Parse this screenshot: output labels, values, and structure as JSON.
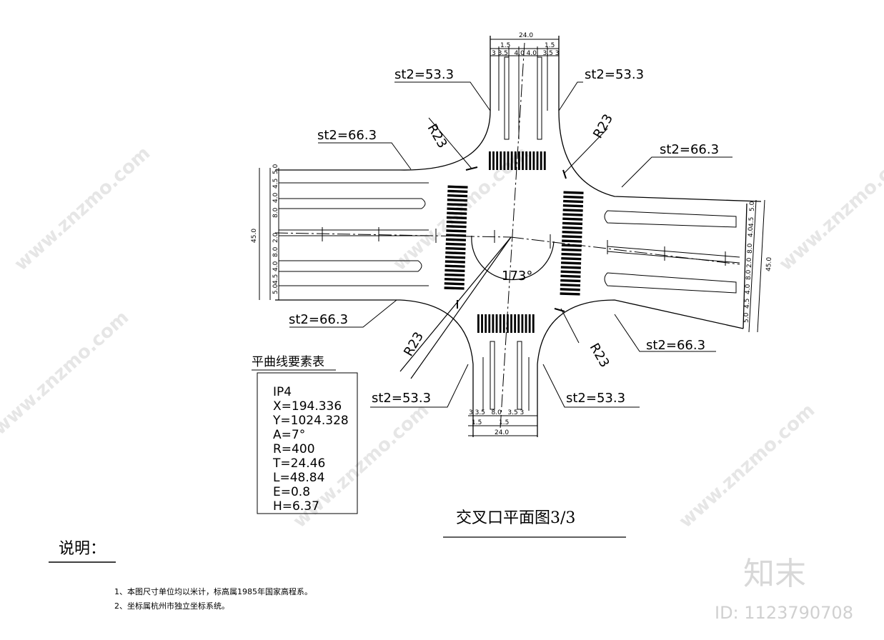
{
  "title": "交叉口平面图3/3",
  "st2_labels": {
    "nw_top": "st2=53.3",
    "ne_top": "st2=53.3",
    "nw_side": "st2=66.3",
    "ne_side": "st2=66.3",
    "sw_side": "st2=66.3",
    "se_side": "st2=66.3",
    "sw_bottom": "st2=53.3",
    "se_bottom": "st2=53.3"
  },
  "radius_labels": {
    "nw": "R23",
    "ne": "R23",
    "sw": "R23",
    "se": "R23"
  },
  "angle_label": "173°",
  "dims_north": {
    "total": "24.0",
    "sub1": "1.5",
    "sub2": "1.5",
    "lanes": "3 3.5   4.0 4.0   3.5 3"
  },
  "dims_south": {
    "total": "24.0",
    "sub1": "1.5",
    "sub2": "1.5",
    "lanes": "3 3.5   8.0   3.5 3"
  },
  "dims_west": {
    "total": "45.0",
    "segments": [
      "5.0",
      "4.5",
      "4.0",
      "8.0",
      "2.0",
      "8.0",
      "4.0",
      "4.5",
      "5.0"
    ]
  },
  "dims_east": {
    "total": "45.0",
    "segments": [
      "5.0",
      "4.5",
      "4.0",
      "8.0",
      "2.0",
      "8.0",
      "4.0",
      "4.5",
      "5.0"
    ]
  },
  "table": {
    "heading": "平曲线要素表",
    "rows": [
      "IP4",
      "X=194.336",
      "Y=1024.328",
      "A=7°",
      "R=400",
      "T=24.46",
      "L=48.84",
      "E=0.8",
      "H=6.37"
    ]
  },
  "notes": {
    "heading": "说明：",
    "items": [
      "1、本图尺寸单位均以米计，标高属1985年国家高程系。",
      "2、坐标属杭州市独立坐标系统。"
    ]
  },
  "watermark": {
    "site": "www.znzmo.com",
    "brand": "知末",
    "id": "ID: 1123790708"
  }
}
